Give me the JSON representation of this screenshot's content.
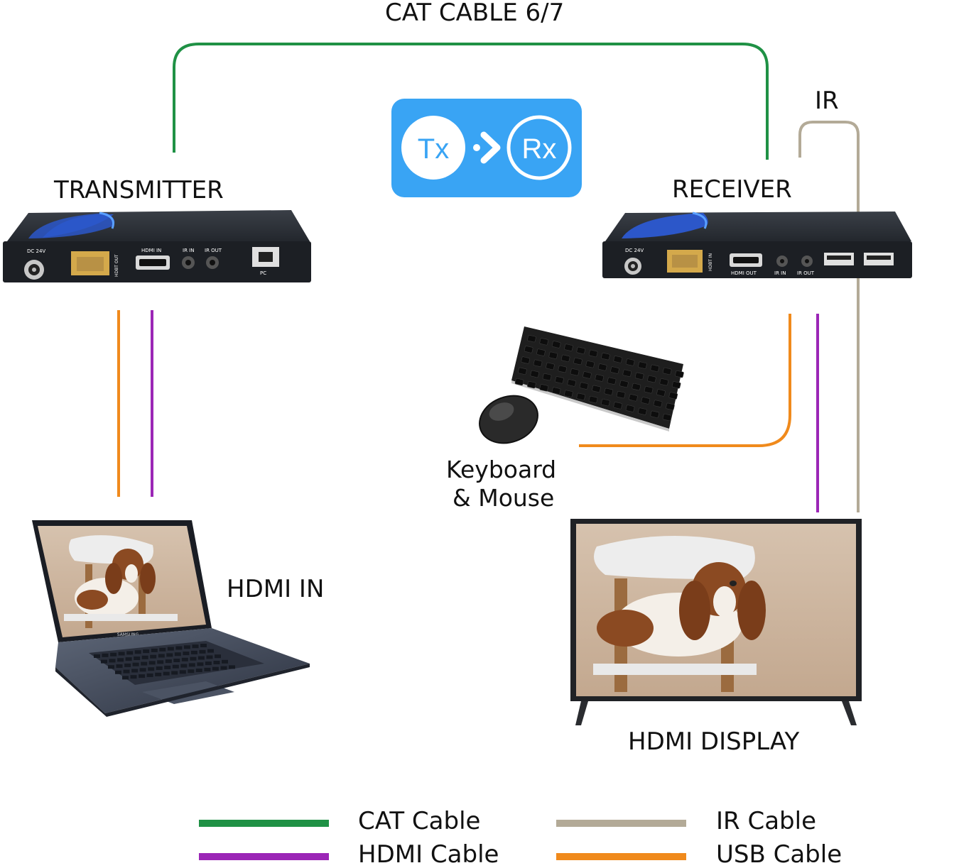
{
  "labels": {
    "cat_cable": "CAT CABLE 6/7",
    "ir": "IR",
    "transmitter": "TRANSMITTER",
    "receiver": "RECEIVER",
    "hdmi_in": "HDMI IN",
    "hdmi_display": "HDMI DISPLAY",
    "keyboard_mouse_line1": "Keyboard",
    "keyboard_mouse_line2": "& Mouse"
  },
  "badge": {
    "tx": "Tx",
    "rx": "Rx"
  },
  "transmitter_ports": {
    "dc": "DC 24V",
    "hdbt_out": "HDBT OUT",
    "hdmi_in": "HDMI IN",
    "ir_in": "IR IN",
    "ir_out": "IR OUT",
    "pc": "PC"
  },
  "receiver_ports": {
    "dc": "DC 24V",
    "hdbt_in": "HDBT IN",
    "hdmi_out": "HDMI OUT",
    "ir_in": "IR IN",
    "ir_out": "IR OUT"
  },
  "laptop_brand": "SAMSUNG",
  "legend": [
    {
      "label": "CAT Cable",
      "color": "#1f9145"
    },
    {
      "label": "HDMI Cable",
      "color": "#9b26b6"
    },
    {
      "label": "IR Cable",
      "color": "#b3aa97"
    },
    {
      "label": "USB Cable",
      "color": "#f08a1c"
    }
  ],
  "colors": {
    "cat": "#1f9145",
    "hdmi": "#9b26b6",
    "ir": "#b3aa97",
    "usb": "#f08a1c",
    "badge_bg": "#39a4f4",
    "device_body": "#1c1f24",
    "device_blue": "#2c57c9"
  }
}
